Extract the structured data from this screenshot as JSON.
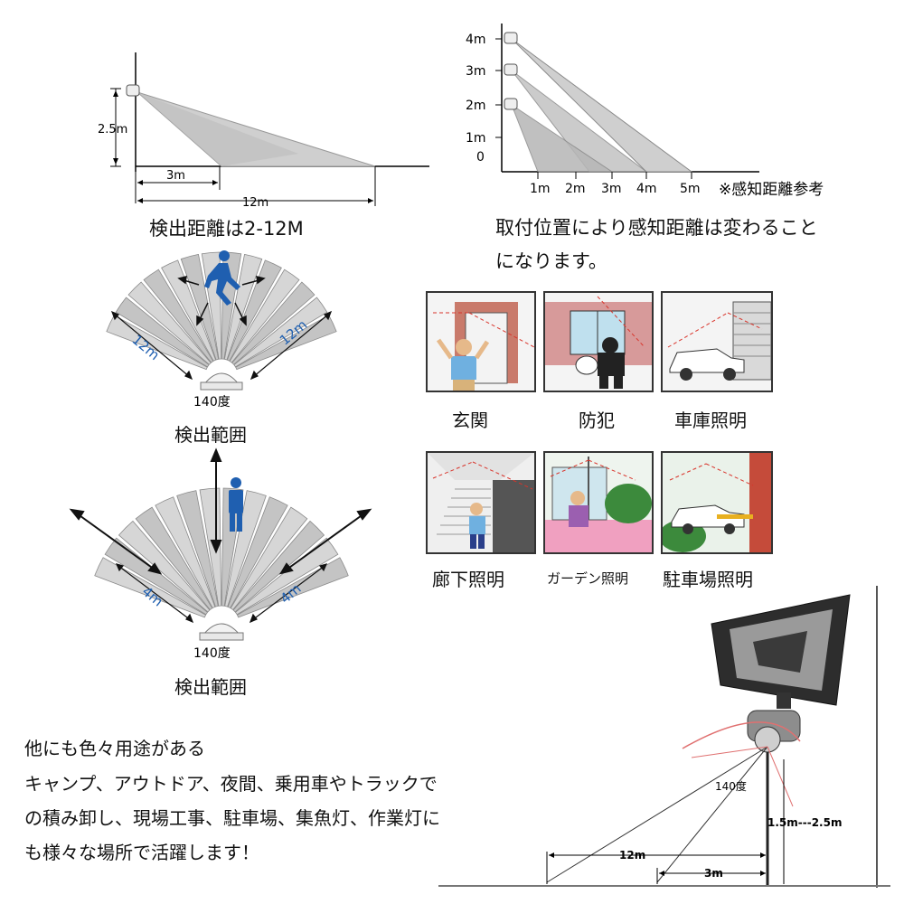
{
  "side_view_1": {
    "height_label": "2.5m",
    "near_label": "3m",
    "far_label": "12m",
    "caption": "検出距離は2-12M"
  },
  "side_view_2": {
    "y_labels": [
      "4m",
      "3m",
      "2m",
      "1m",
      "0"
    ],
    "x_labels": [
      "1m",
      "2m",
      "3m",
      "4m",
      "5m"
    ],
    "note": "※感知距離参考",
    "desc_line1": "取付位置により感知距離は変わること",
    "desc_line2": "になります。"
  },
  "fan_1": {
    "left_label": "12m",
    "right_label": "12m",
    "angle_label": "140度",
    "caption": "検出範囲"
  },
  "fan_2": {
    "left_label": "4m",
    "right_label": "4m",
    "angle_label": "140度",
    "caption": "検出範囲"
  },
  "uses": [
    {
      "label": "玄関",
      "scene": "entrance"
    },
    {
      "label": "防犯",
      "scene": "crime-prevention"
    },
    {
      "label": "車庫照明",
      "scene": "garage"
    },
    {
      "label": "廊下照明",
      "scene": "hallway"
    },
    {
      "label": "ガーデン照明",
      "scene": "garden"
    },
    {
      "label": "駐車場照明",
      "scene": "parking"
    }
  ],
  "notes": {
    "title": "他にも色々用途がある",
    "line1": "キャンプ、アウトドア、夜間、乗用車やトラックで",
    "line2": "の積み卸し、現場工事、駐車場、集魚灯、作業灯に",
    "line3": "も様々な場所で活躍します！"
  },
  "light": {
    "angle_label": "140度",
    "height_label": "1.5m---2.5m",
    "far_label": "12m",
    "near_label": "3m"
  },
  "colors": {
    "beam": "#c9c9c9",
    "beam_edge": "#8a8a8a",
    "person_blue": "#1f5fb0",
    "dash_red": "#d9342b",
    "arc_red": "#e07070"
  }
}
